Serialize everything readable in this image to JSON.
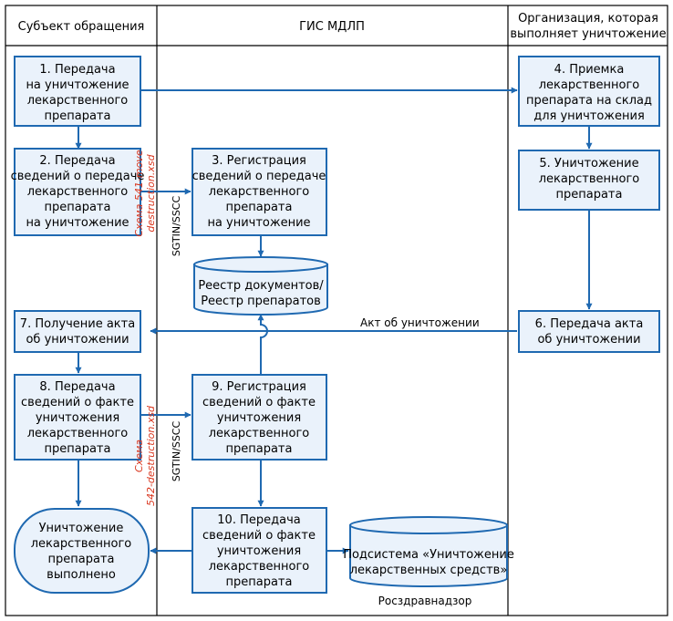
{
  "lanes": [
    {
      "id": "subject",
      "title_lines": [
        "Субъект обращения"
      ]
    },
    {
      "id": "gis",
      "title_lines": [
        "ГИС МДЛП"
      ]
    },
    {
      "id": "org",
      "title_lines": [
        "Организация, которая",
        "выполняет уничтожение"
      ]
    }
  ],
  "nodes": {
    "n1": [
      "1. Передача",
      "на уничтожение",
      "лекарственного",
      "препарата"
    ],
    "n2": [
      "2. Передача",
      "сведений о передаче",
      "лекарственного",
      "препарата",
      "на уничтожение"
    ],
    "n3": [
      "3. Регистрация",
      "сведений о передаче",
      "лекарственного",
      "препарата",
      "на уничтожение"
    ],
    "n4": [
      "4. Приемка",
      "лекарственного",
      "препарата на склад",
      "для уничтожения"
    ],
    "n5": [
      "5. Уничтожение",
      "лекарственного",
      "препарата"
    ],
    "n6": [
      "6. Передача акта",
      "об уничтожении"
    ],
    "n7": [
      "7. Получение акта",
      "об уничтожении"
    ],
    "n8": [
      "8. Передача",
      "сведений о факте",
      "уничтожения",
      "лекарственного",
      "препарата"
    ],
    "n9": [
      "9. Регистрация",
      "сведений о факте",
      "уничтожения",
      "лекарственного",
      "препарата"
    ],
    "n10": [
      "10. Передача",
      "сведений о факте",
      "уничтожения",
      "лекарственного",
      "препарата"
    ],
    "registry": [
      "Реестр документов/",
      "Реестр препаратов"
    ],
    "subsystem": [
      "Подсистема «Уничтожение",
      "лекарственных средств»"
    ],
    "final": [
      "Уничтожение",
      "лекарственного",
      "препарата",
      "выполнено"
    ]
  },
  "edges": {
    "act_label": "Акт об уничтожении"
  },
  "side_labels": {
    "schema1_red": [
      "Схема 541-move",
      "destruction.xsd"
    ],
    "schema1_black": "SGTIN/SSCC",
    "schema2_red": [
      "Схема",
      "542-destruction.xsd"
    ],
    "schema2_black": "SGTIN/SSCC"
  },
  "roszdrav": "Росздравнадзор"
}
